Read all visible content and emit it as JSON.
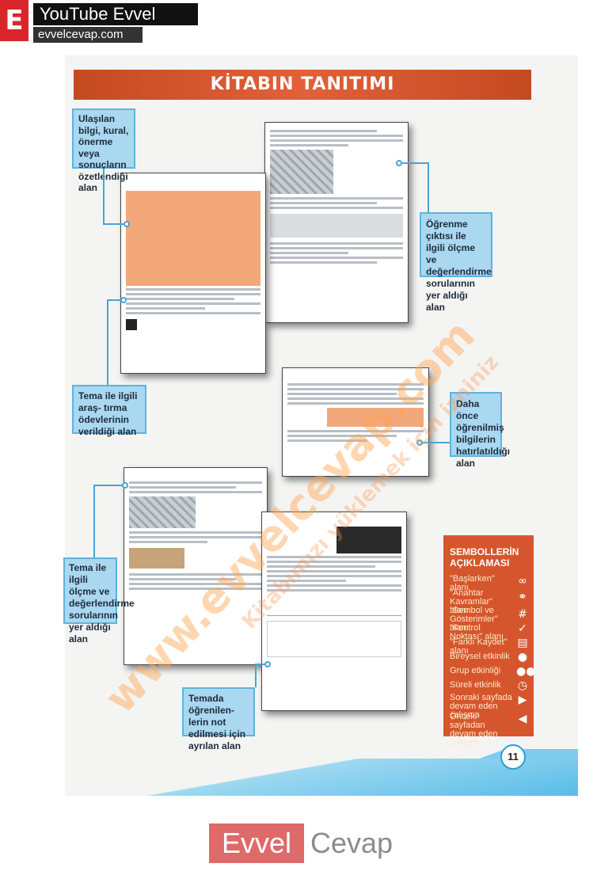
{
  "site": {
    "badge_letter": "E",
    "name": "YouTube Evvel Cevap",
    "url": "evvelcevap.com"
  },
  "page": {
    "title": "KİTABIN TANITIMI",
    "number": "11"
  },
  "callouts": {
    "summary": "Ulaşılan bilgi, kural, önerme veya sonuçların özetlendiği alan",
    "research": "Tema ile ilgili araş- tırma ödevlerinin verildiği alan",
    "outcome": "Öğrenme çıktısı ile ilgili ölçme ve değerlendirme sorularının yer aldığı alan",
    "recall": "Daha önce öğrenilmiş bilgilerin hatırlatıldığı alan",
    "theme_questions": "Tema ile ilgili ölçme ve değerlendirme sorularının yer aldığı alan",
    "notes": "Temada öğrenilen- lerin not edilmesi için ayrılan alan"
  },
  "legend": {
    "heading": "SEMBOLLERİN AÇIKLAMASI",
    "items": [
      {
        "label": "\"Başlarken\" alanı",
        "icon": "link-icon"
      },
      {
        "label": "\"Anahtar Kavramlar\" alanı",
        "icon": "key-icon"
      },
      {
        "label": "\"Sembol ve Gösterimler\" alanı",
        "icon": "hash-icon"
      },
      {
        "label": "\"Kontrol Noktası\" alanı",
        "icon": "check-icon"
      },
      {
        "label": "\"Farklı Kaydet\" alanı",
        "icon": "clipboard-icon"
      },
      {
        "label": "Bireysel etkinlik",
        "icon": "person-icon"
      },
      {
        "label": "Grup etkinliği",
        "icon": "group-icon"
      },
      {
        "label": "Süreli etkinlik",
        "icon": "timer-icon"
      },
      {
        "label": "Sonraki sayfada devam eden çalışma",
        "icon": "next-page-icon"
      },
      {
        "label": "Önceki sayfadan devam eden çalışma",
        "icon": "prev-page-icon"
      }
    ]
  },
  "watermark": {
    "main": "www.evvelcevap.com",
    "sub": "Kitabımızı yüklemek için izniniz"
  },
  "logo": {
    "part1": "Evvel",
    "part2": "Cevap"
  },
  "colors": {
    "accent_orange": "#d5562d",
    "callout_blue": "#a9d8f0",
    "line_blue": "#4aa3d4",
    "brand_red": "#d8262b"
  }
}
